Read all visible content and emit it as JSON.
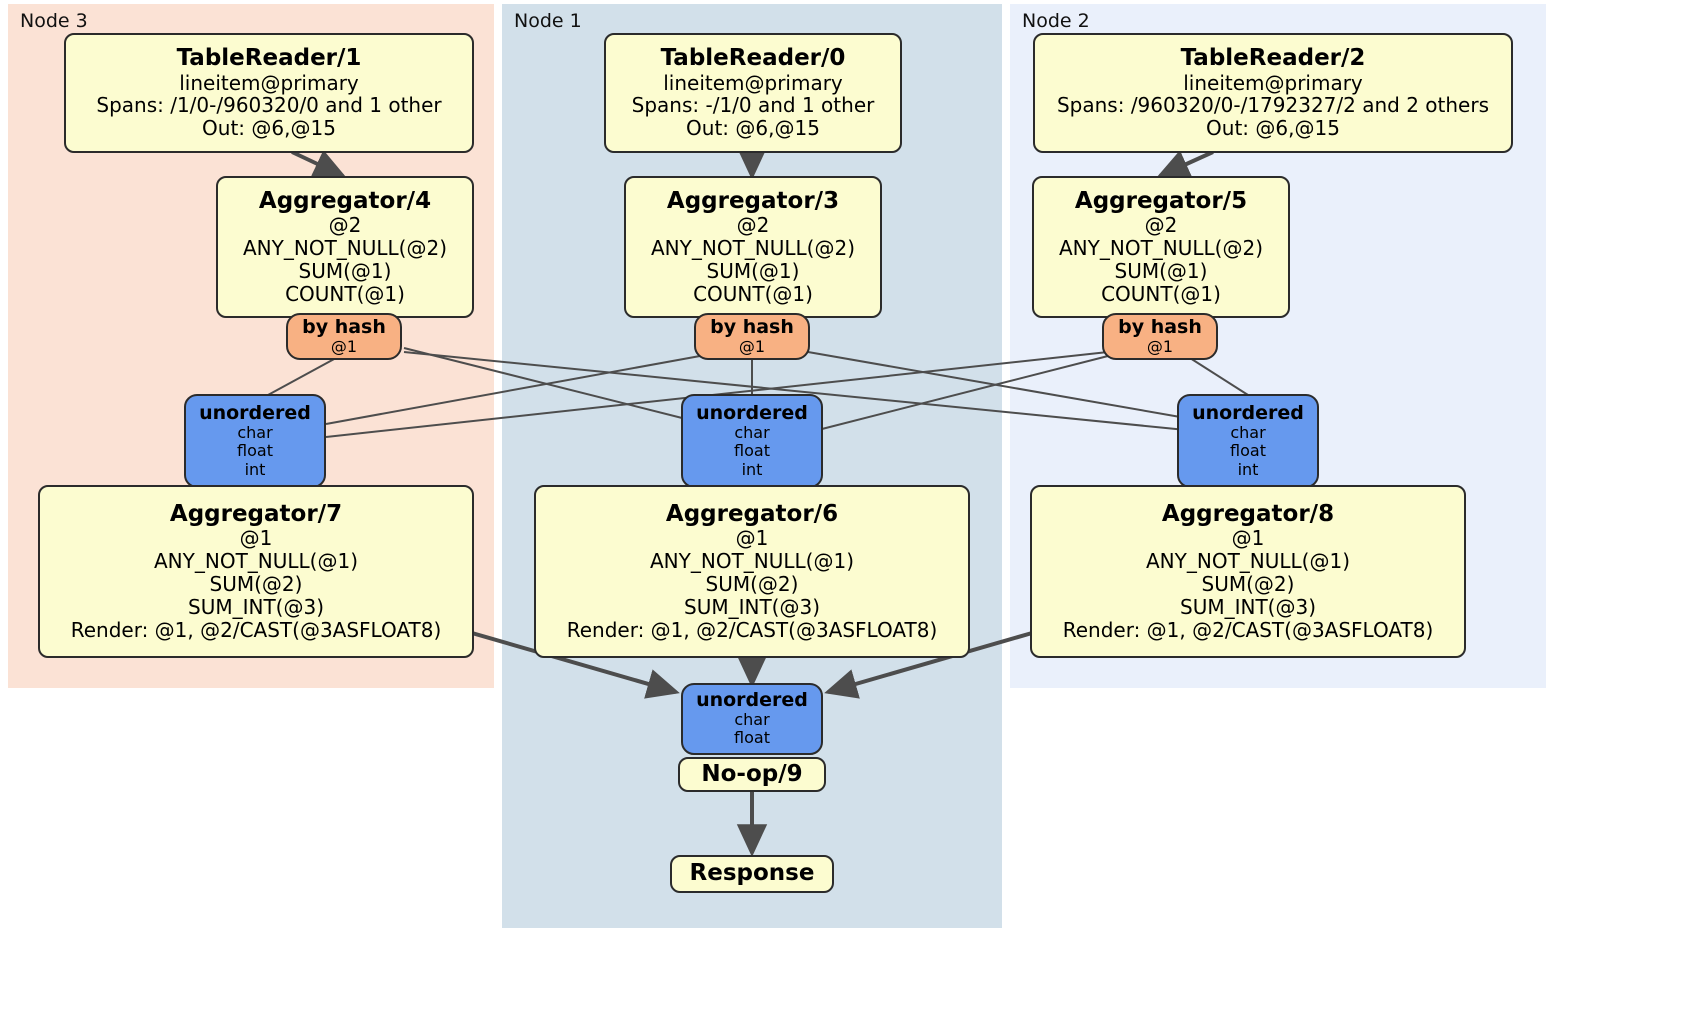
{
  "diagram": {
    "type": "distsql-physical-plan",
    "colors": {
      "node3_panel": "#fbe2d5",
      "node1_panel": "#d2e0ea",
      "node2_panel": "#eaf0fb",
      "processor_fill": "#fcfcd0",
      "router_fill": "#6699ee",
      "output_badge_fill": "#f8b183",
      "stroke": "#2b2b2b",
      "edge": "#4d4d4d"
    }
  },
  "panels": [
    {
      "id": "node3",
      "label": "Node 3"
    },
    {
      "id": "node1",
      "label": "Node 1"
    },
    {
      "id": "node2",
      "label": "Node 2"
    }
  ],
  "processors": {
    "tablereader_1": {
      "title": "TableReader/1",
      "lines": [
        "lineitem@primary",
        "Spans: /1/0-/960320/0 and 1 other",
        "Out: @6,@15"
      ]
    },
    "tablereader_0": {
      "title": "TableReader/0",
      "lines": [
        "lineitem@primary",
        "Spans: -/1/0 and 1 other",
        "Out: @6,@15"
      ]
    },
    "tablereader_2": {
      "title": "TableReader/2",
      "lines": [
        "lineitem@primary",
        "Spans: /960320/0-/1792327/2 and 2 others",
        "Out: @6,@15"
      ]
    },
    "aggregator_4": {
      "title": "Aggregator/4",
      "lines": [
        "@2",
        "ANY_NOT_NULL(@2)",
        "SUM(@1)",
        "COUNT(@1)"
      ]
    },
    "aggregator_3": {
      "title": "Aggregator/3",
      "lines": [
        "@2",
        "ANY_NOT_NULL(@2)",
        "SUM(@1)",
        "COUNT(@1)"
      ]
    },
    "aggregator_5": {
      "title": "Aggregator/5",
      "lines": [
        "@2",
        "ANY_NOT_NULL(@2)",
        "SUM(@1)",
        "COUNT(@1)"
      ]
    },
    "aggregator_7": {
      "title": "Aggregator/7",
      "lines": [
        "@1",
        "ANY_NOT_NULL(@1)",
        "SUM(@2)",
        "SUM_INT(@3)",
        "Render: @1, @2/CAST(@3ASFLOAT8)"
      ]
    },
    "aggregator_6": {
      "title": "Aggregator/6",
      "lines": [
        "@1",
        "ANY_NOT_NULL(@1)",
        "SUM(@2)",
        "SUM_INT(@3)",
        "Render: @1, @2/CAST(@3ASFLOAT8)"
      ]
    },
    "aggregator_8": {
      "title": "Aggregator/8",
      "lines": [
        "@1",
        "ANY_NOT_NULL(@1)",
        "SUM(@2)",
        "SUM_INT(@3)",
        "Render: @1, @2/CAST(@3ASFLOAT8)"
      ]
    },
    "noop_9": {
      "title": "No-op/9",
      "lines": []
    },
    "response": {
      "title": "Response",
      "lines": []
    }
  },
  "outputs": {
    "by_hash_4": {
      "title": "by hash",
      "lines": [
        "@1"
      ]
    },
    "by_hash_3": {
      "title": "by hash",
      "lines": [
        "@1"
      ]
    },
    "by_hash_5": {
      "title": "by hash",
      "lines": [
        "@1"
      ]
    }
  },
  "routers": {
    "unordered_left": {
      "title": "unordered",
      "lines": [
        "char",
        "float",
        "int"
      ]
    },
    "unordered_mid": {
      "title": "unordered",
      "lines": [
        "char",
        "float",
        "int"
      ]
    },
    "unordered_right": {
      "title": "unordered",
      "lines": [
        "char",
        "float",
        "int"
      ]
    },
    "unordered_final": {
      "title": "unordered",
      "lines": [
        "char",
        "float"
      ]
    }
  }
}
